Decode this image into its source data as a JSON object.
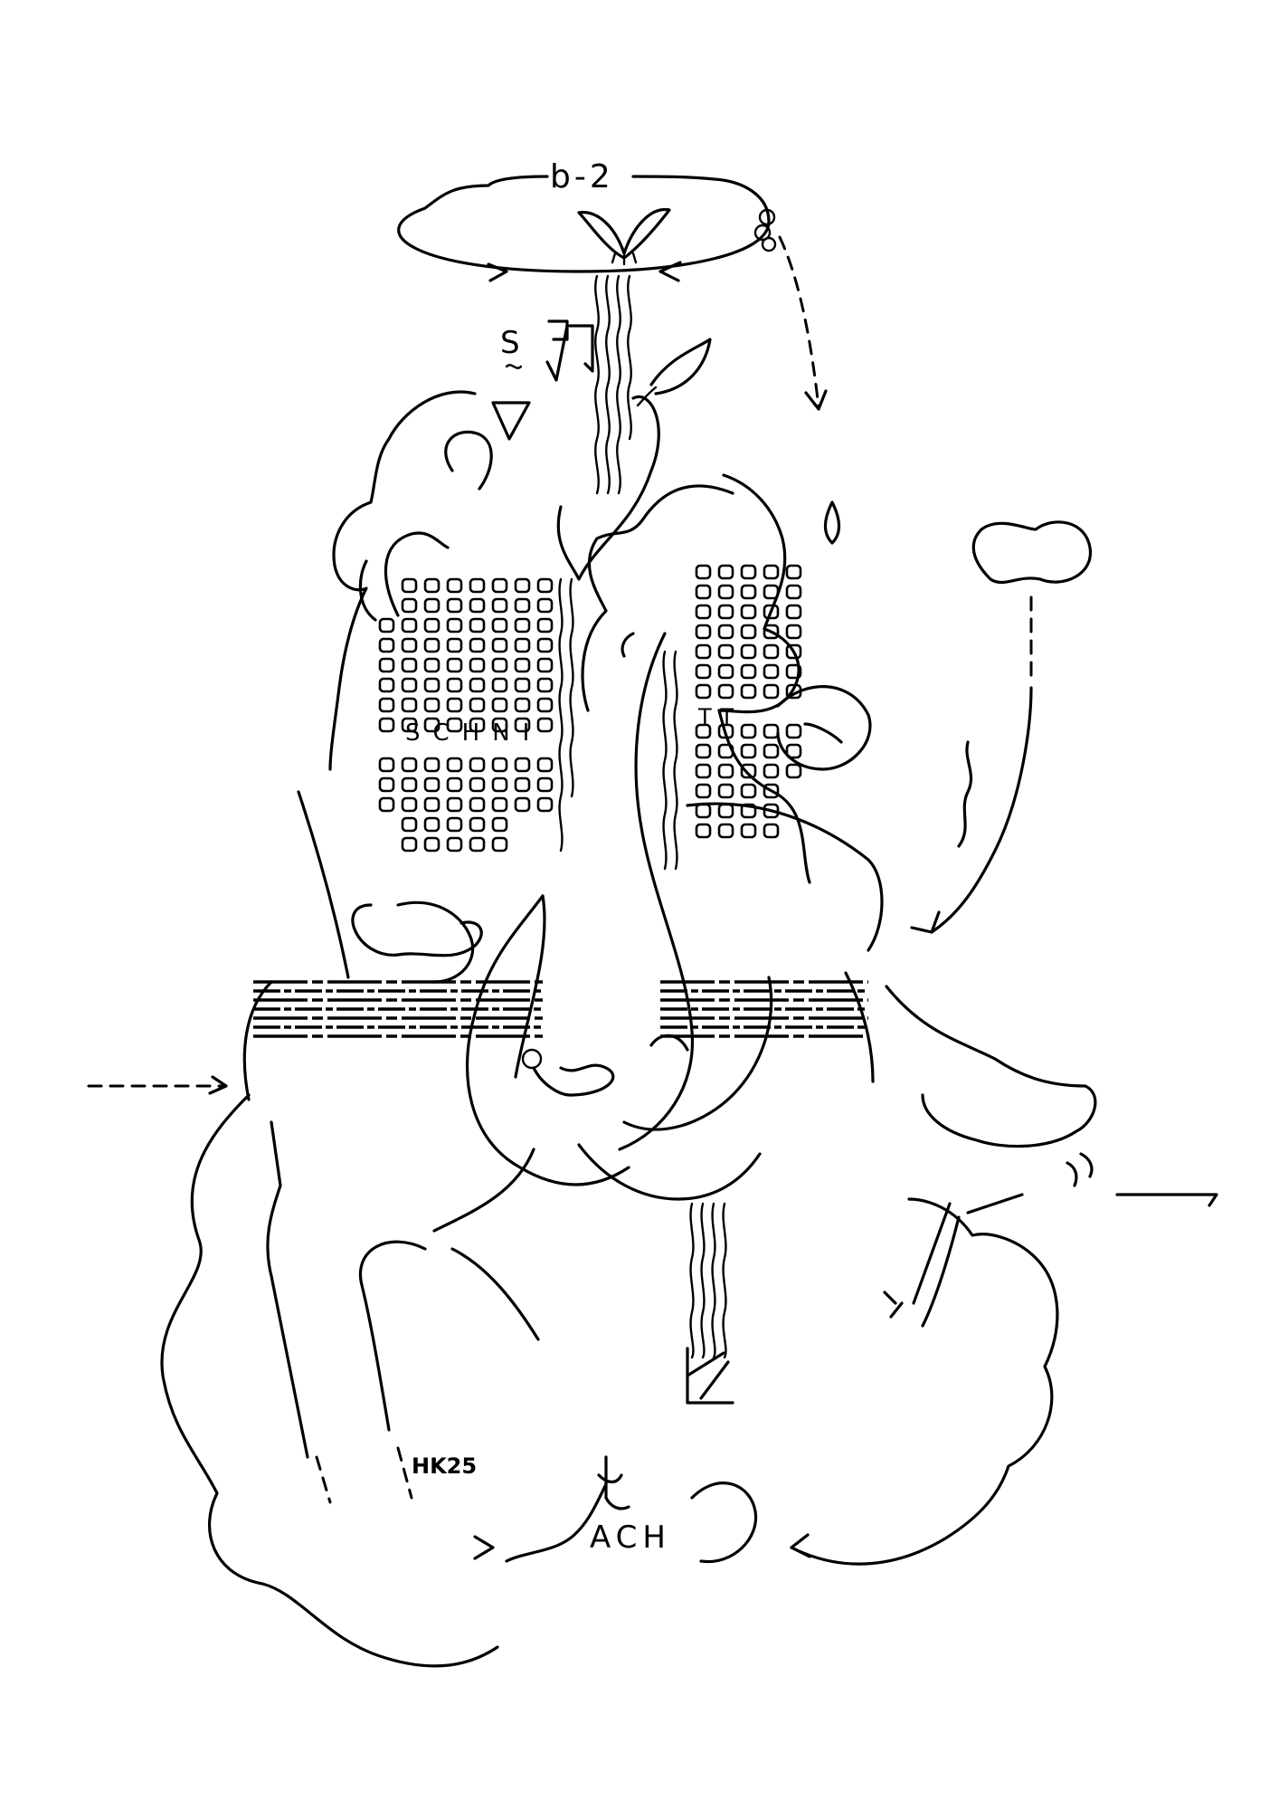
{
  "drawing": {
    "label_top": "b-2",
    "label_s": "S",
    "left_grid_text": "SCHNI",
    "right_grid_text": "TT",
    "monogram": "HK25",
    "bottom_word": "ACH",
    "ink_color": "#000000",
    "paper_color": "#ffffff"
  }
}
